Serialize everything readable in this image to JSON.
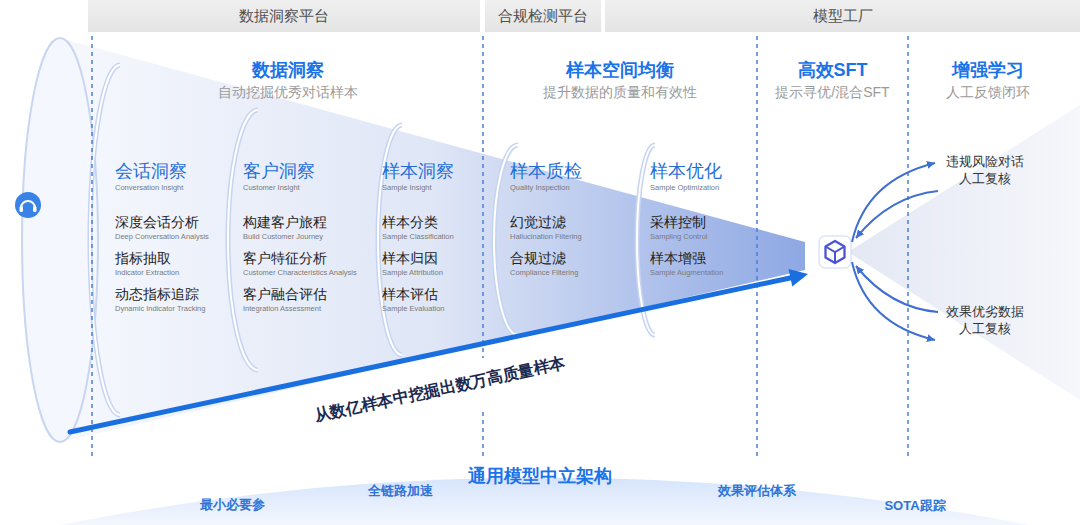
{
  "diagram": {
    "nodes": [
      {
        "text": [
          "数据洞察平台"
        ]
      },
      {
        "text": [
          "合规检测平台"
        ]
      },
      {
        "text": [
          "模型工厂"
        ]
      },
      {
        "text": [
          "数据洞察",
          "自动挖掘优秀对话样本"
        ]
      },
      {
        "text": [
          "样本空间均衡",
          "提升数据的质量和有效性"
        ]
      },
      {
        "text": [
          "高效SFT",
          "提示寻优/混合SFT"
        ]
      },
      {
        "text": [
          "增强学习",
          "人工反馈闭环"
        ]
      },
      {
        "text": [
          "会话洞察",
          "Conversation Insight",
          "深度会话分析",
          "Deep Conversation Analysis",
          "指标抽取",
          "Indicator Extraction",
          "动态指标追踪",
          "Dynamic Indicator Tracking"
        ],
        "in": 3
      },
      {
        "text": [
          "客户洞察",
          "Customer Insight",
          "构建客户旅程",
          "Build Customer Journey",
          "客户特征分析",
          "Customer Characteristics Analysis",
          "客户融合评估",
          "Integration Assessment"
        ],
        "in": 3
      },
      {
        "text": [
          "样本洞察",
          "Sample Insight",
          "样本分类",
          "Sample Classification",
          "样本归因",
          "Sample Attribution",
          "样本评估",
          "Sample Evaluation"
        ],
        "in": 3
      },
      {
        "text": [
          "样本质检",
          "Quality Inspection",
          "幻觉过滤",
          "Hallucination Filtering",
          "合规过滤",
          "Compliance Filtering"
        ],
        "in": 4
      },
      {
        "text": [
          "样本优化",
          "Sample Optimization",
          "采样控制",
          "Sampling Control",
          "样本增强",
          "Sample Augmentation"
        ],
        "in": 4
      },
      {
        "text": [
          "违规风险对话 人工复核"
        ],
        "in": 6
      },
      {
        "text": [
          "效果优劣数据 人工复核"
        ],
        "in": 6
      }
    ],
    "labels": [
      "从数亿样本中挖掘出数万高质量样本",
      "通用模型中立架构",
      "最小必要参",
      "全链路加速",
      "效果评估体系",
      "SOTA跟踪"
    ]
  }
}
